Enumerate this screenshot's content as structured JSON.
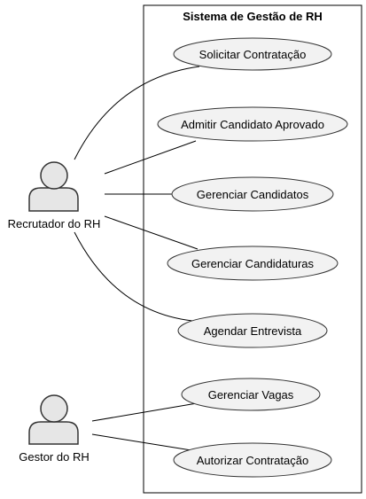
{
  "system": {
    "title": "Sistema de Gestão de RH"
  },
  "actors": [
    {
      "id": "recrutador",
      "label": "Recrutador do RH"
    },
    {
      "id": "gestor",
      "label": "Gestor do RH"
    }
  ],
  "use_cases": [
    {
      "id": "uc1",
      "label": "Solicitar Contratação"
    },
    {
      "id": "uc2",
      "label": "Admitir Candidato Aprovado"
    },
    {
      "id": "uc3",
      "label": "Gerenciar Candidatos"
    },
    {
      "id": "uc4",
      "label": "Gerenciar Candidaturas"
    },
    {
      "id": "uc5",
      "label": "Agendar Entrevista"
    },
    {
      "id": "uc6",
      "label": "Gerenciar Vagas"
    },
    {
      "id": "uc7",
      "label": "Autorizar Contratação"
    }
  ],
  "associations": [
    {
      "actor": "recrutador",
      "use_case": "uc1"
    },
    {
      "actor": "recrutador",
      "use_case": "uc2"
    },
    {
      "actor": "recrutador",
      "use_case": "uc3"
    },
    {
      "actor": "recrutador",
      "use_case": "uc4"
    },
    {
      "actor": "recrutador",
      "use_case": "uc5"
    },
    {
      "actor": "gestor",
      "use_case": "uc6"
    },
    {
      "actor": "gestor",
      "use_case": "uc7"
    }
  ],
  "colors": {
    "ellipse_fill": "#f2f2f2",
    "actor_fill": "#e6e6e6",
    "stroke": "#333333",
    "line": "#000000"
  }
}
